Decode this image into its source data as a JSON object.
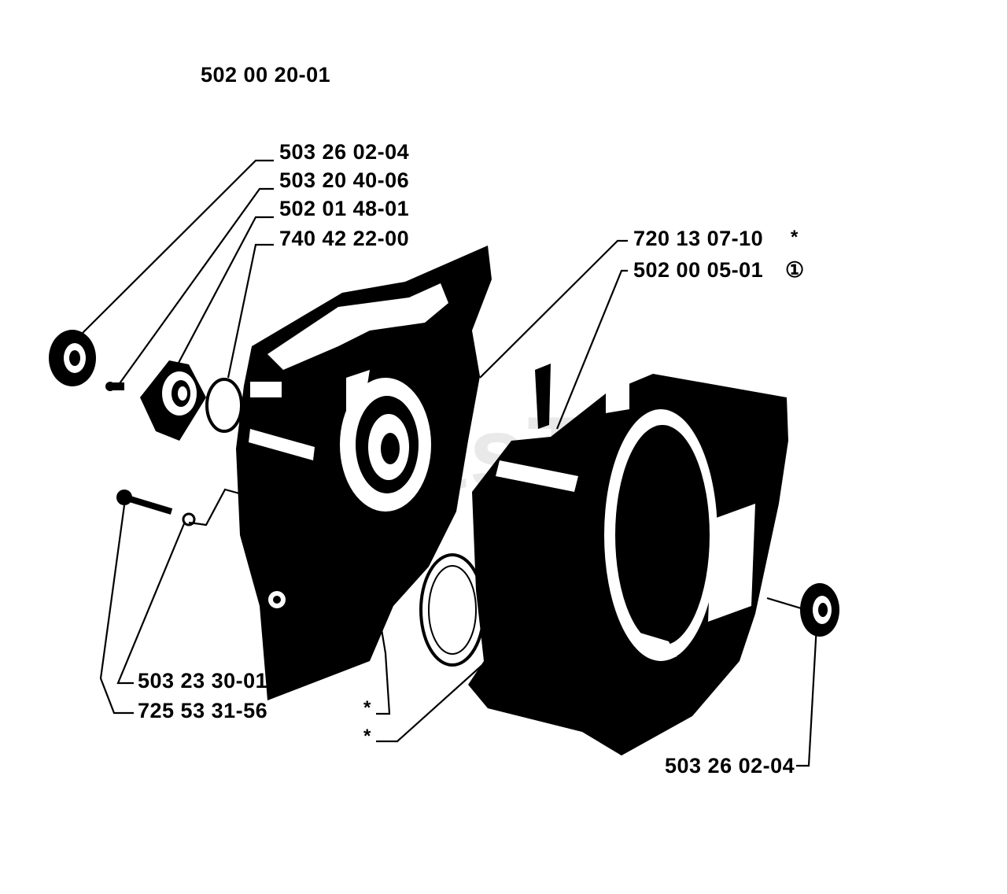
{
  "diagram": {
    "assembly_number": "502 00 20-01",
    "watermark": "PartsTree",
    "labels": {
      "part_1": "503 26 02-04",
      "part_2": "503 20 40-06",
      "part_3": "502 01 48-01",
      "part_4": "740 42 22-00",
      "part_5": "720 13 07-10",
      "part_5_note": "*",
      "part_6": "502 00 05-01",
      "part_6_symbol": "①",
      "part_7": "503 23 30-01",
      "part_8": "725 53 31-56",
      "note_star_1": "*",
      "note_star_2": "*",
      "part_9": "503 26 02-04"
    }
  }
}
